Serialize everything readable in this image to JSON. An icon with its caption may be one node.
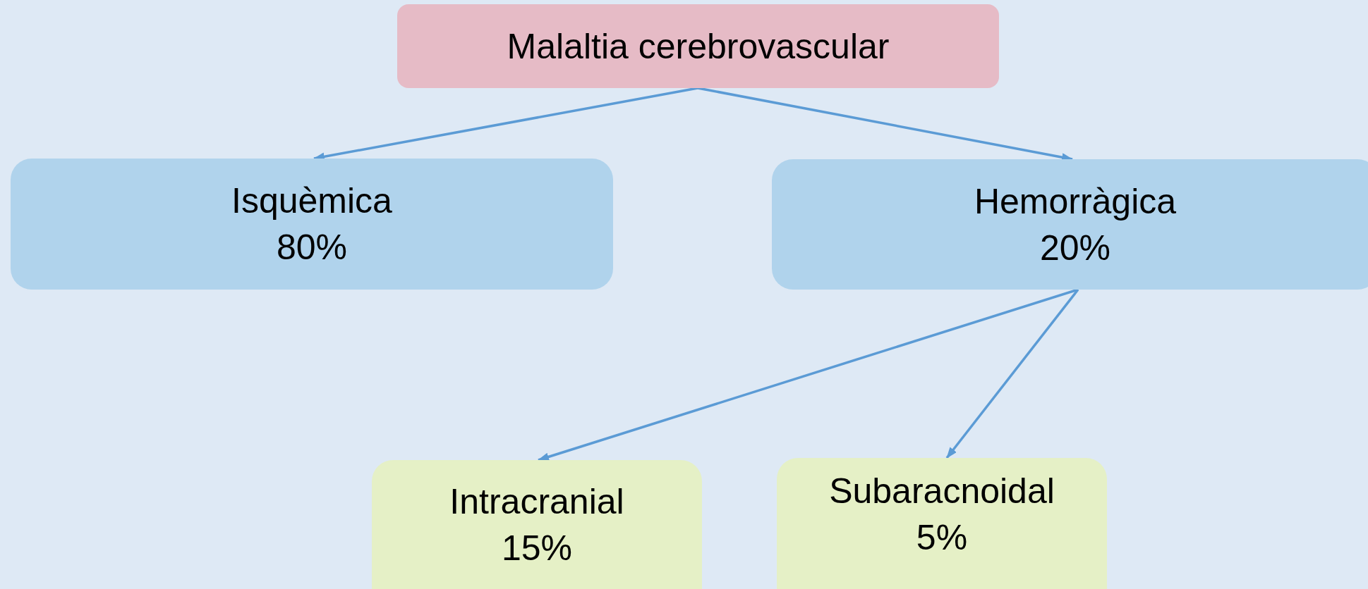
{
  "diagram": {
    "nodes": [
      {
        "text": [
          "Malaltia cerebrovascular"
        ]
      },
      {
        "text": [
          "Isquèmica",
          "80%"
        ]
      },
      {
        "text": [
          "Hemorràgica",
          "20%"
        ]
      },
      {
        "text": [
          "Intracranial",
          "15%"
        ]
      },
      {
        "text": [
          "Subaracnoidal",
          "5%"
        ]
      }
    ],
    "edges": [
      {
        "from": 0,
        "to": 1,
        "arrow": "to"
      },
      {
        "from": 0,
        "to": 2,
        "arrow": "to"
      },
      {
        "from": 2,
        "to": 3,
        "arrow": "to"
      },
      {
        "from": 2,
        "to": 4,
        "arrow": "to"
      }
    ]
  }
}
